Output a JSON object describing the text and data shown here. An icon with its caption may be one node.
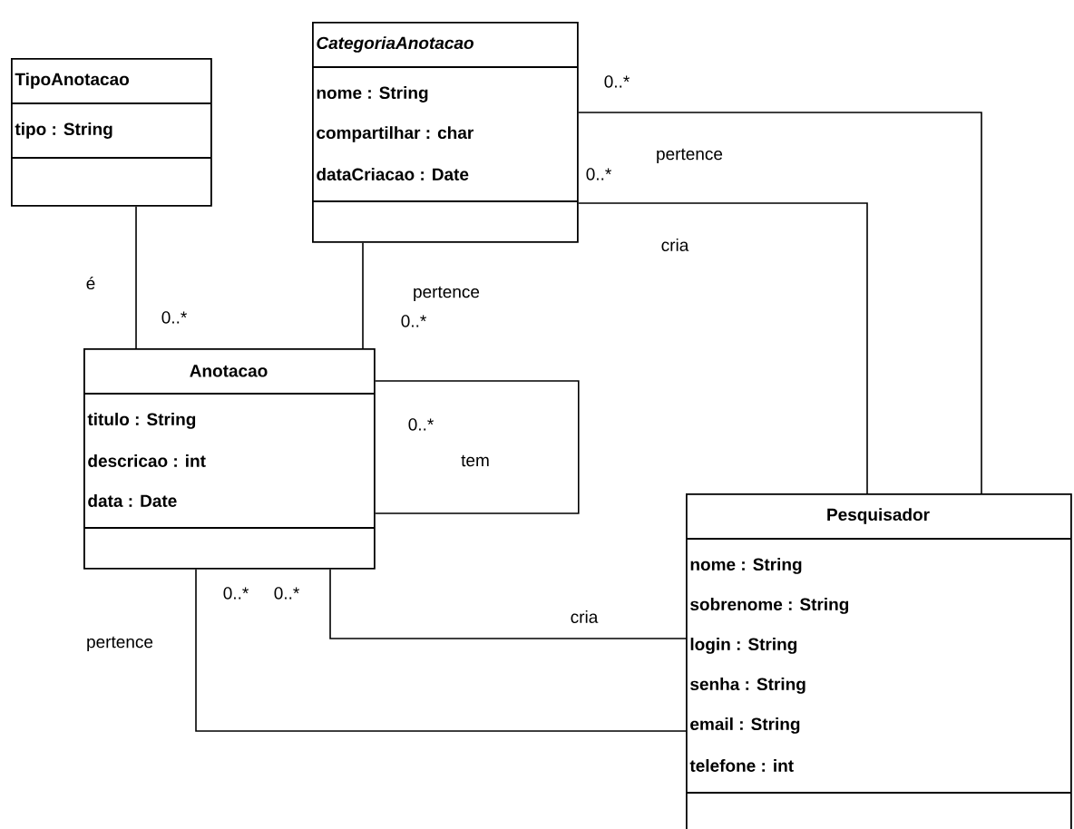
{
  "diagram": {
    "nodes": [
      {
        "text": [
          "TipoAnotacao",
          "tipo : String"
        ]
      },
      {
        "text": [
          "CategoriaAnotacao",
          "nome : String",
          "compartilhar : char",
          "dataCriacao : Date"
        ]
      },
      {
        "text": [
          "Anotacao",
          "titulo : String",
          "descricao : int",
          "data : Date"
        ]
      },
      {
        "text": [
          "Pesquisador",
          "nome : String",
          "sobrenome : String",
          "login : String",
          "senha : String",
          "email : String",
          "telefone : int"
        ]
      }
    ],
    "edges": [
      {
        "from": 0,
        "to": 2,
        "arrow": "none",
        "label": "é"
      },
      {
        "from": 1,
        "to": 2,
        "arrow": "none",
        "label": "pertence"
      },
      {
        "from": 1,
        "to": 3,
        "arrow": "none",
        "label": "pertence"
      },
      {
        "from": 1,
        "to": 3,
        "arrow": "none",
        "label": "cria"
      },
      {
        "from": 2,
        "to": 2,
        "arrow": "none",
        "label": "tem"
      },
      {
        "from": 2,
        "to": 3,
        "arrow": "none",
        "label": "cria"
      },
      {
        "from": 2,
        "to": 3,
        "arrow": "none",
        "label": "pertence"
      }
    ],
    "labels": [
      "0..*",
      "0..*",
      "0..*",
      "0..*",
      "0..*",
      "0..*",
      "0..*"
    ]
  }
}
